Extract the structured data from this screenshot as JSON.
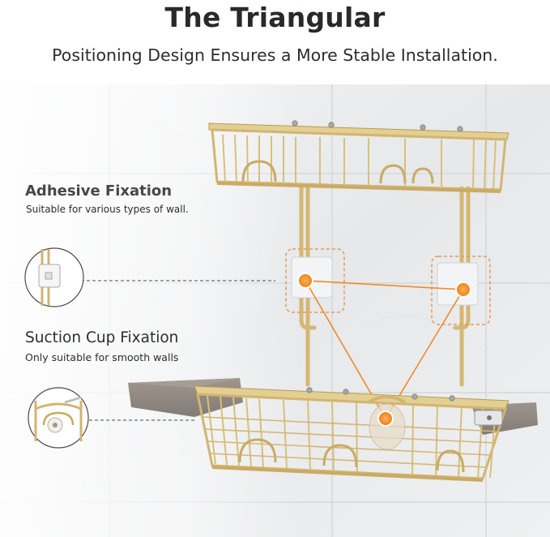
{
  "header": {
    "title": "The Triangular",
    "subtitle": "Positioning Design Ensures a More Stable Installation."
  },
  "callouts": {
    "adhesive": {
      "title": "Adhesive Fixation",
      "description": "Suitable for various types of wall."
    },
    "suction": {
      "title": "Suction Cup Fixation",
      "description": "Only suitable for smooth walls"
    }
  },
  "colors": {
    "gold": "#d7bd7c",
    "gold_dark": "#b89a55",
    "accent_orange": "#f08a24",
    "tile": "#e9eaec",
    "grout": "#d6d8db"
  }
}
